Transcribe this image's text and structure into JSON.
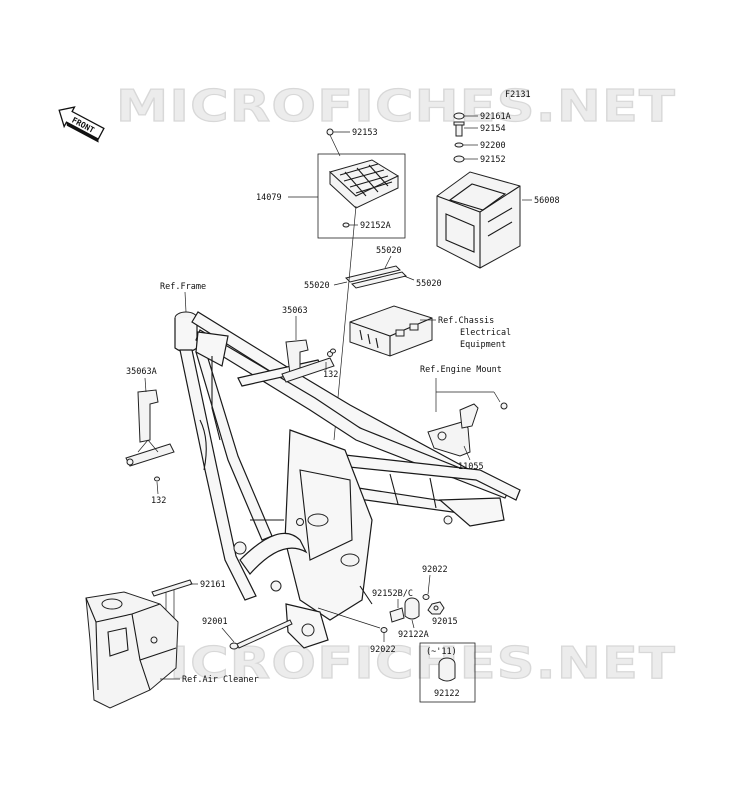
{
  "watermark": {
    "text": "MICROFICHES.NET",
    "color": "#ececec"
  },
  "figure_code": "F2131",
  "front_badge": "FRONT",
  "part_labels": {
    "p92161A": "92161A",
    "p92153": "92153",
    "p92154": "92154",
    "p92200": "92200",
    "p92152": "92152",
    "p14079": "14079",
    "p56008": "56008",
    "p92152A": "92152A",
    "p55020_top": "55020",
    "p55020_left": "55020",
    "p55020_right": "55020",
    "p35063": "35063",
    "p132_right": "132",
    "p35063A": "35063A",
    "p132_left": "132",
    "p11055": "11055",
    "p92161": "92161",
    "p92022_top": "92022",
    "p92152BC": "92152B/C",
    "p92015": "92015",
    "p92001": "92001",
    "p92122A": "92122A",
    "p92022_bottom": "92022",
    "p92122": "92122",
    "year_note": "(~'11)"
  },
  "references": {
    "frame": "Ref.Frame",
    "chassis_l1": "Ref.Chassis",
    "chassis_l2": "Electrical",
    "chassis_l3": "Equipment",
    "engine_mount": "Ref.Engine Mount",
    "air_cleaner": "Ref.Air Cleaner"
  }
}
